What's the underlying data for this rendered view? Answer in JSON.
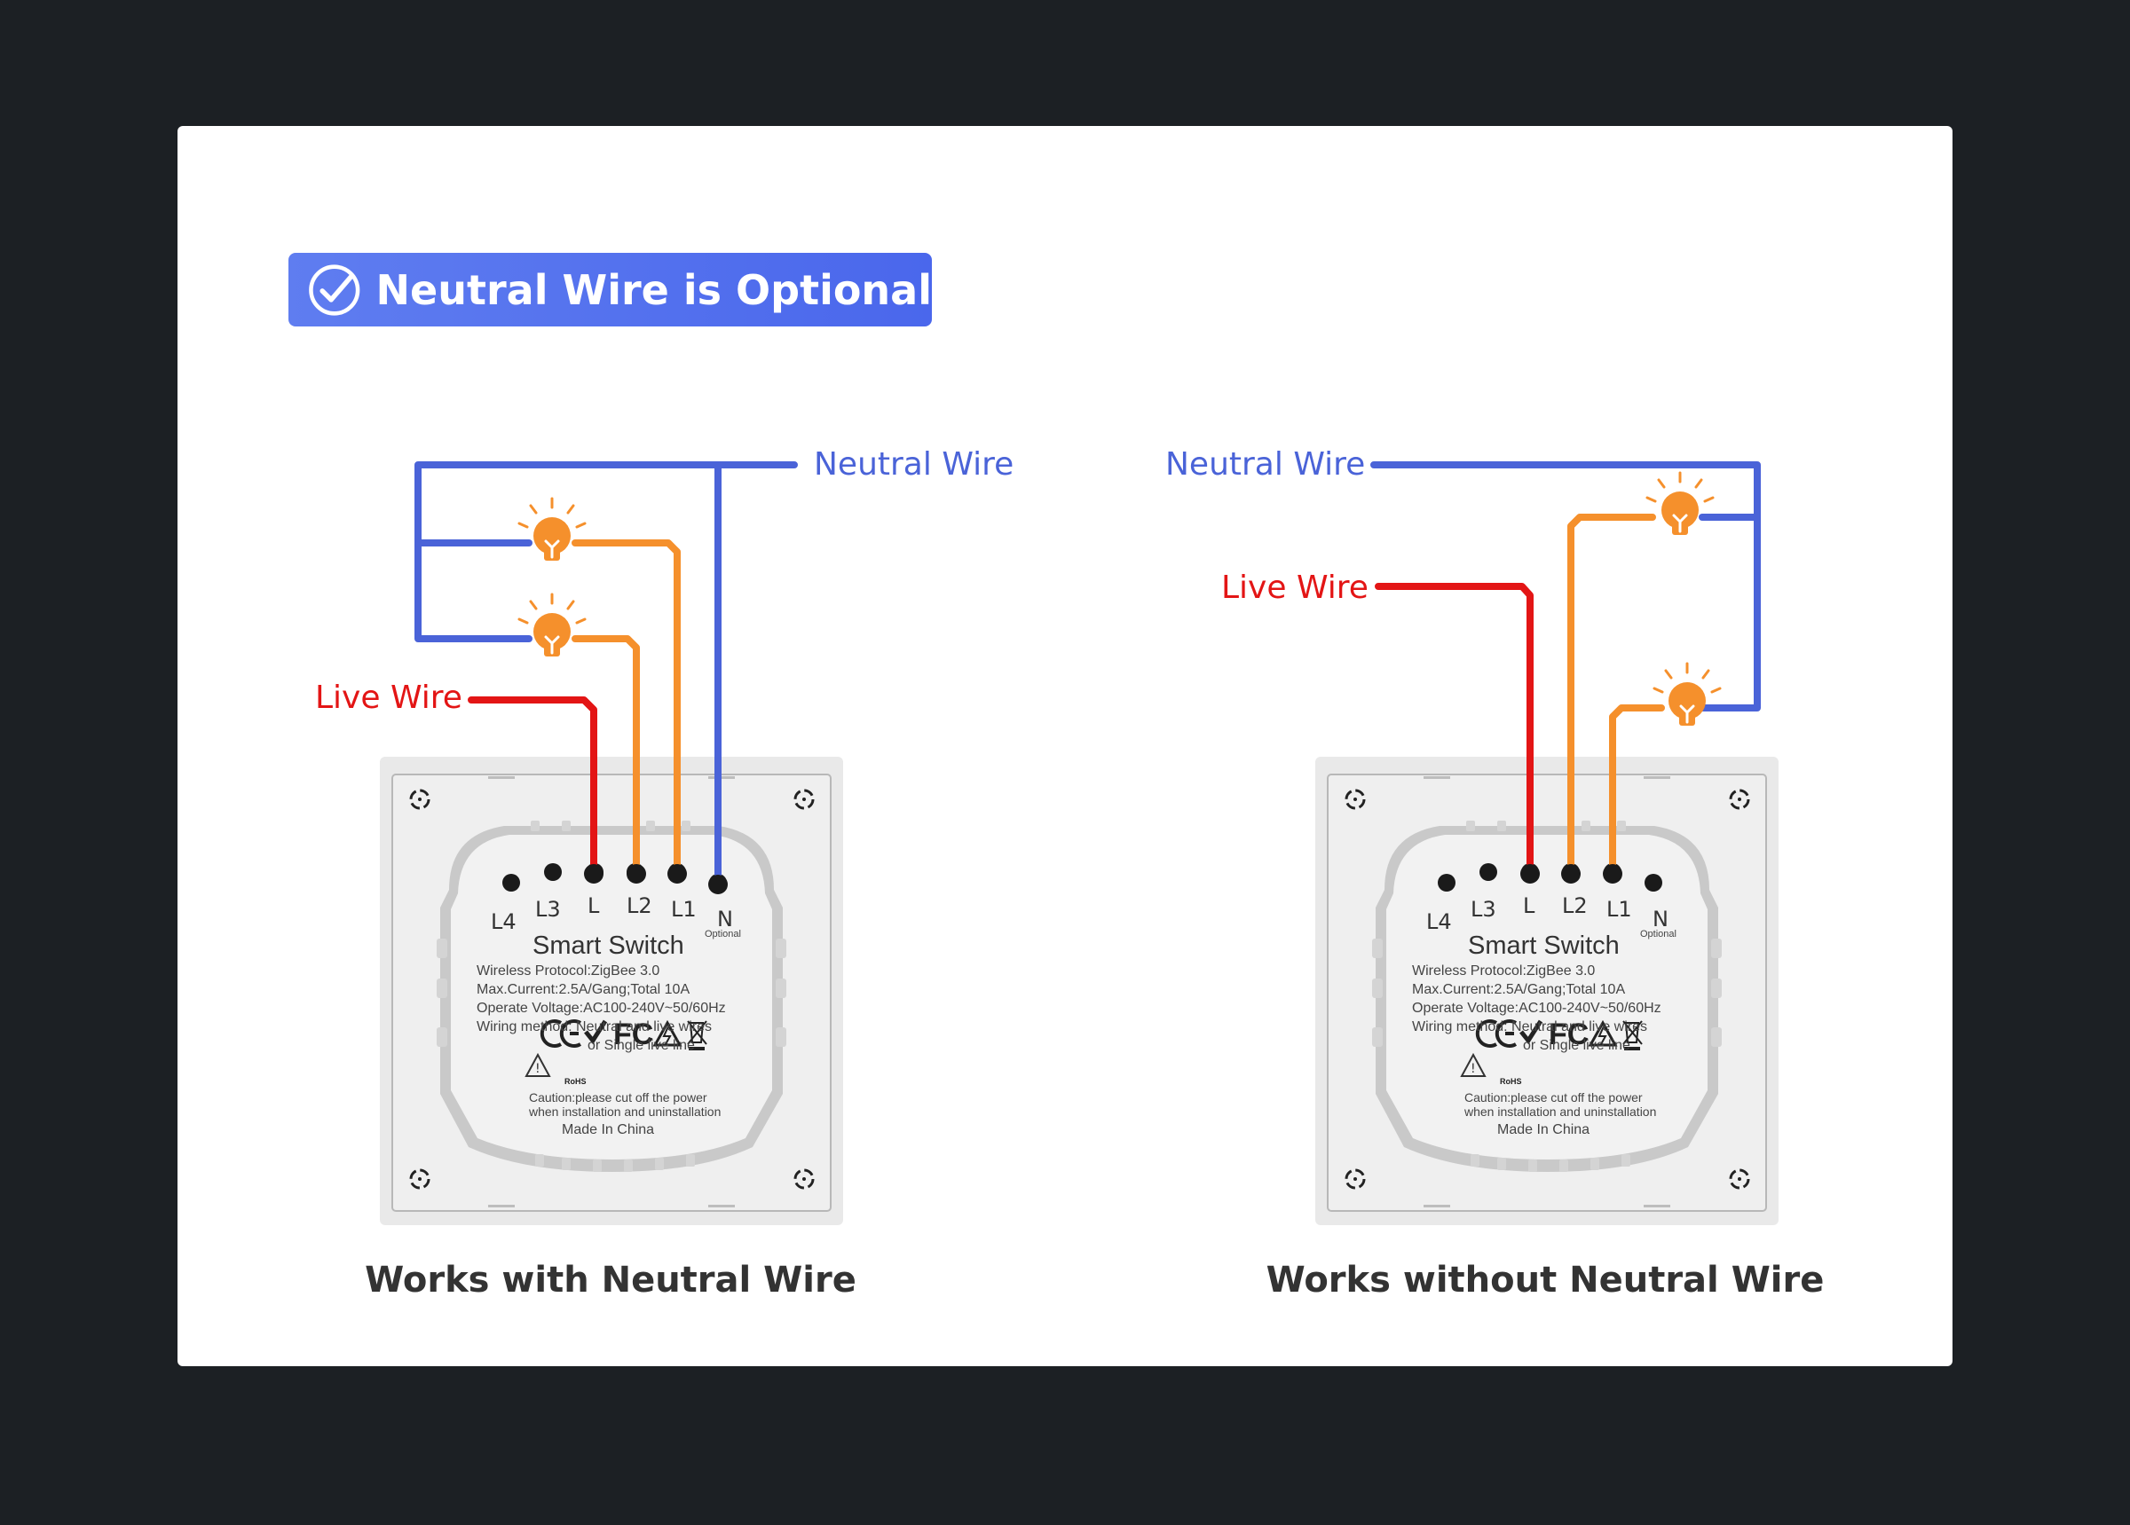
{
  "badge": {
    "label": "Neutral Wire is Optional"
  },
  "left_diagram": {
    "neutral_label": "Neutral Wire",
    "live_label": "Live Wire",
    "caption": "Works with Neutral Wire"
  },
  "right_diagram": {
    "neutral_label": "Neutral Wire",
    "live_label": "Live Wire",
    "caption": "Works without Neutral Wire"
  },
  "switch_module": {
    "terminals": [
      "L4",
      "L3",
      "L",
      "L2",
      "L1",
      "N"
    ],
    "optional_label": "Optional",
    "title": "Smart Switch",
    "spec_lines": [
      "Wireless Protocol:ZigBee 3.0",
      "Max.Current:2.5A/Gang;Total 10A",
      "Operate Voltage:AC100-240V~50/60Hz",
      "Wiring method: Neutral and live wires",
      "or Single live line"
    ],
    "caution_lines": [
      "Caution:please cut off the power",
      "when installation and uninstallation"
    ],
    "made_in": "Made In China",
    "cert_marks": [
      "CE",
      "RoHS",
      "FC"
    ]
  },
  "colors": {
    "neutral": "#4a63d8",
    "live": "#e31515",
    "load": "#f5902c",
    "badge": "#5472ee",
    "background": "#1c2024"
  }
}
